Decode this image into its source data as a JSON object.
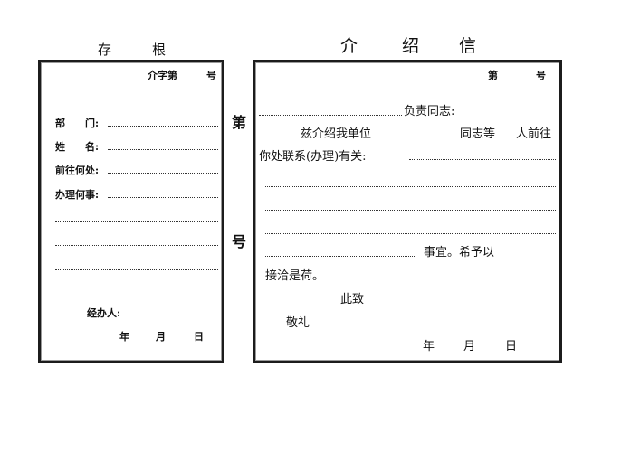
{
  "stub": {
    "title_left": "存",
    "title_right": "根",
    "number_label": "介字第",
    "number_suffix": "号",
    "fields": [
      {
        "label_a": "部",
        "label_b": "门:"
      },
      {
        "label_a": "姓",
        "label_b": "名:"
      },
      {
        "label": "前往何处:"
      },
      {
        "label": "办理何事:"
      }
    ],
    "handler_label": "经办人:",
    "date": {
      "year": "年",
      "month": "月",
      "day": "日"
    }
  },
  "seam": {
    "top": "第",
    "bottom": "号"
  },
  "letter": {
    "title": [
      "介",
      "绍",
      "信"
    ],
    "number_prefix": "第",
    "number_suffix": "号",
    "line1_suffix": "负责同志:",
    "line2_a": "兹介绍我单位",
    "line2_b": "同志等",
    "line2_c": "人前往",
    "line3": "你处联系(办理)有关:",
    "line7_suffix": "事宜。希予以",
    "line8": "接洽是荷。",
    "closing_1": "此致",
    "closing_2": "敬礼",
    "date": {
      "year": "年",
      "month": "月",
      "day": "日"
    }
  }
}
